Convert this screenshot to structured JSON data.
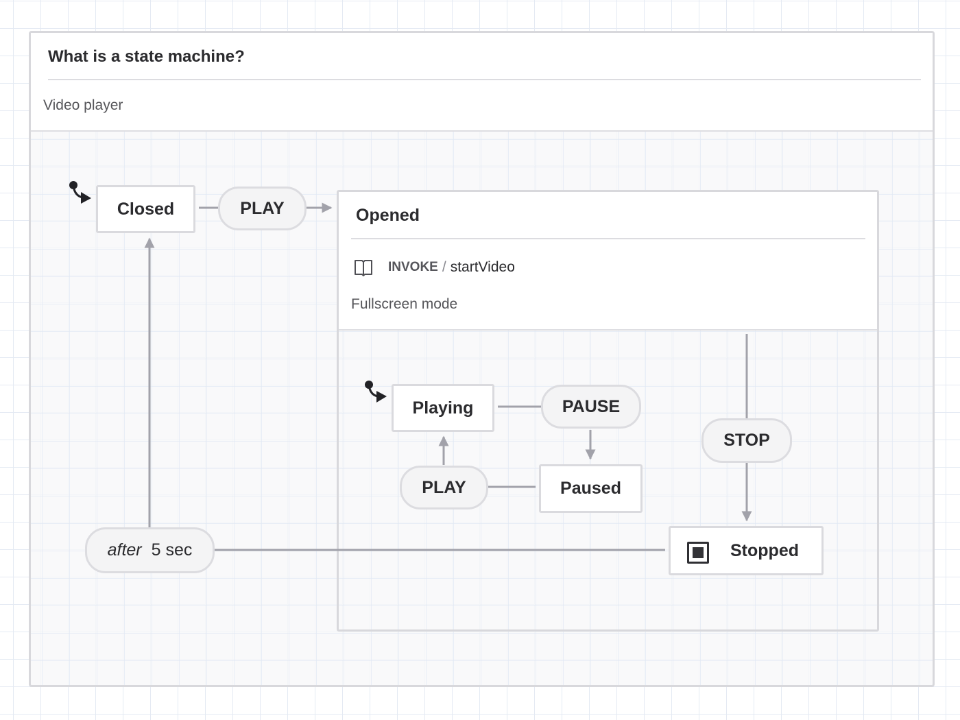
{
  "machine": {
    "title": "What is a state machine?",
    "description": "Video player"
  },
  "states": {
    "closed": {
      "label": "Closed",
      "initial": true
    },
    "opened": {
      "label": "Opened",
      "invoke": {
        "keyword": "INVOKE",
        "separator": "/",
        "source": "startVideo"
      },
      "description": "Fullscreen mode"
    },
    "playing": {
      "label": "Playing",
      "initial": true
    },
    "paused": {
      "label": "Paused"
    },
    "stopped": {
      "label": "Stopped",
      "final": true
    }
  },
  "events": {
    "play_outer": "PLAY",
    "pause": "PAUSE",
    "play_inner": "PLAY",
    "stop": "STOP",
    "after": {
      "keyword": "after",
      "value": "5 sec"
    }
  },
  "transitions": [
    {
      "from": "Closed",
      "event": "PLAY",
      "to": "Opened"
    },
    {
      "from": "Playing",
      "event": "PAUSE",
      "to": "Paused"
    },
    {
      "from": "Paused",
      "event": "PLAY",
      "to": "Playing"
    },
    {
      "from": "Opened",
      "event": "STOP",
      "to": "Stopped"
    },
    {
      "from": "Stopped",
      "event": "after 5 sec",
      "to": "Closed"
    }
  ],
  "colors": {
    "edge": "#a2a2aa",
    "border": "#dadade",
    "text": "#2b2b2e",
    "event_fill": "#f4f4f5"
  },
  "icons": {
    "initial": "initial-state-arrow-icon",
    "invoke": "book-icon",
    "final": "final-state-icon"
  }
}
